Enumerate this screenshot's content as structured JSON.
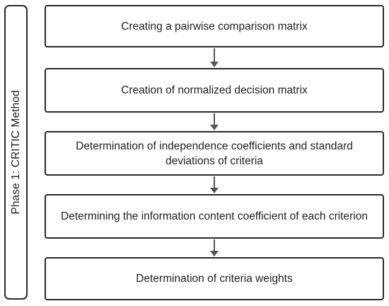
{
  "phase": {
    "label": "Phase 1: CRITIC Method"
  },
  "steps": [
    {
      "label": "Creating a pairwise comparison matrix"
    },
    {
      "label": "Creation of normalized decision matrix"
    },
    {
      "label": "Determination of independence coefficients and standard deviations of criteria"
    },
    {
      "label": "Determining the information content coefficient of each criterion"
    },
    {
      "label": "Determination of criteria weights"
    }
  ],
  "colors": {
    "border": "#2a2a2a",
    "arrow": "#555555",
    "background": "#ffffff"
  }
}
